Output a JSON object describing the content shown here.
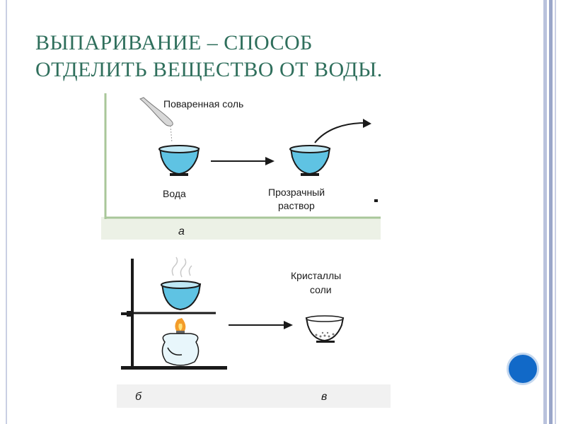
{
  "slide": {
    "title_line1": "ВЫПАРИВАНИЕ – СПОСОБ",
    "title_line2": "ОТДЕЛИТЬ ВЕЩЕСТВО ОТ ВОДЫ."
  },
  "figure_top": {
    "label_salt": "Поваренная соль",
    "label_water": "Вода",
    "label_solution_line1": "Прозрачный",
    "label_solution_line2": "раствор",
    "caption": "а"
  },
  "figure_bottom": {
    "label_crystals_line1": "Кристаллы",
    "label_crystals_line2": "соли",
    "caption_left": "б",
    "caption_right": "в"
  },
  "colors": {
    "title": "#2f6f5c",
    "water": "#5fc3e3",
    "accent_dot": "#1169c8"
  }
}
